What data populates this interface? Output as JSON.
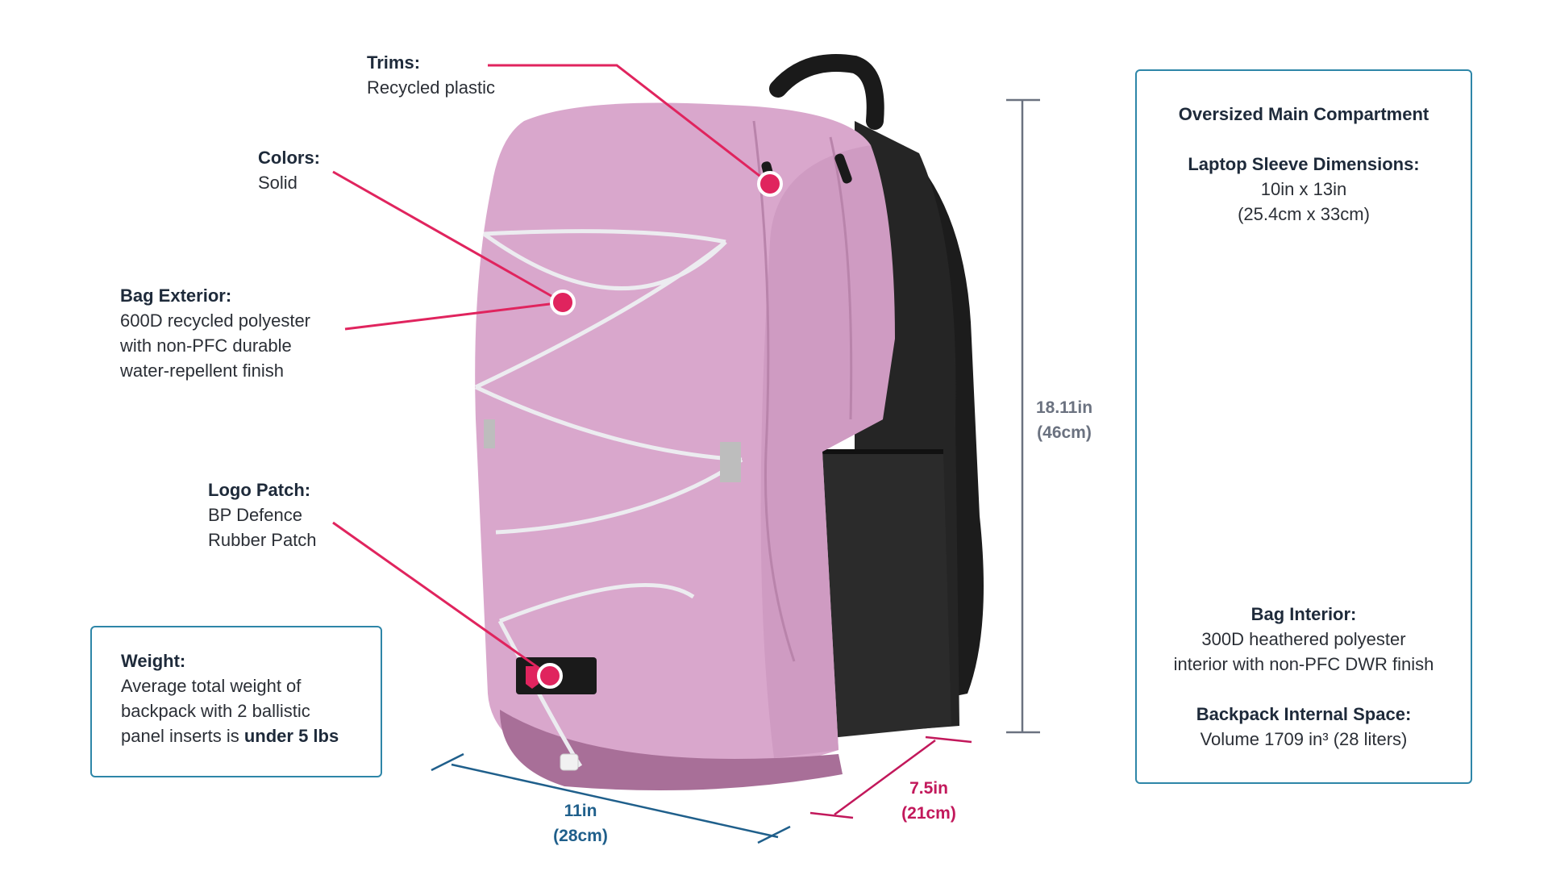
{
  "callouts": {
    "trims": {
      "title": "Trims:",
      "lines": [
        "Recycled plastic"
      ]
    },
    "colors": {
      "title": "Colors:",
      "lines": [
        "Solid"
      ]
    },
    "exterior": {
      "title": "Bag Exterior:",
      "lines": [
        "600D recycled polyester",
        "with non-PFC durable",
        "water-repellent finish"
      ]
    },
    "logo": {
      "title": "Logo Patch:",
      "lines": [
        "BP Defence",
        "Rubber Patch"
      ]
    }
  },
  "weight_box": {
    "title": "Weight:",
    "lines": [
      "Average total weight of",
      "backpack with 2 ballistic"
    ],
    "last_prefix": "panel inserts is ",
    "last_bold": "under 5 lbs"
  },
  "info_box": {
    "heading": "Oversized Main Compartment",
    "sleeve_title": "Laptop Sleeve Dimensions:",
    "sleeve_lines": [
      "10in x 13in",
      "(25.4cm x 33cm)"
    ],
    "interior_title": "Bag Interior:",
    "interior_lines": [
      "300D heathered polyester",
      "interior with non-PFC DWR finish"
    ],
    "space_title": "Backpack Internal Space:",
    "space_line": "Volume 1709 in³ (28 liters)"
  },
  "dimensions": {
    "height": [
      "18.11in",
      "(46cm)"
    ],
    "width": [
      "11in",
      "(28cm)"
    ],
    "depth": [
      "7.5in",
      "(21cm)"
    ]
  },
  "colors": {
    "accent": "#e0245e",
    "box_border": "#2e86a8",
    "width_dim": "#1f5f8b",
    "depth_dim": "#c2185b",
    "height_dim": "#6b7280",
    "bag_pink": "#d9a7cc"
  }
}
